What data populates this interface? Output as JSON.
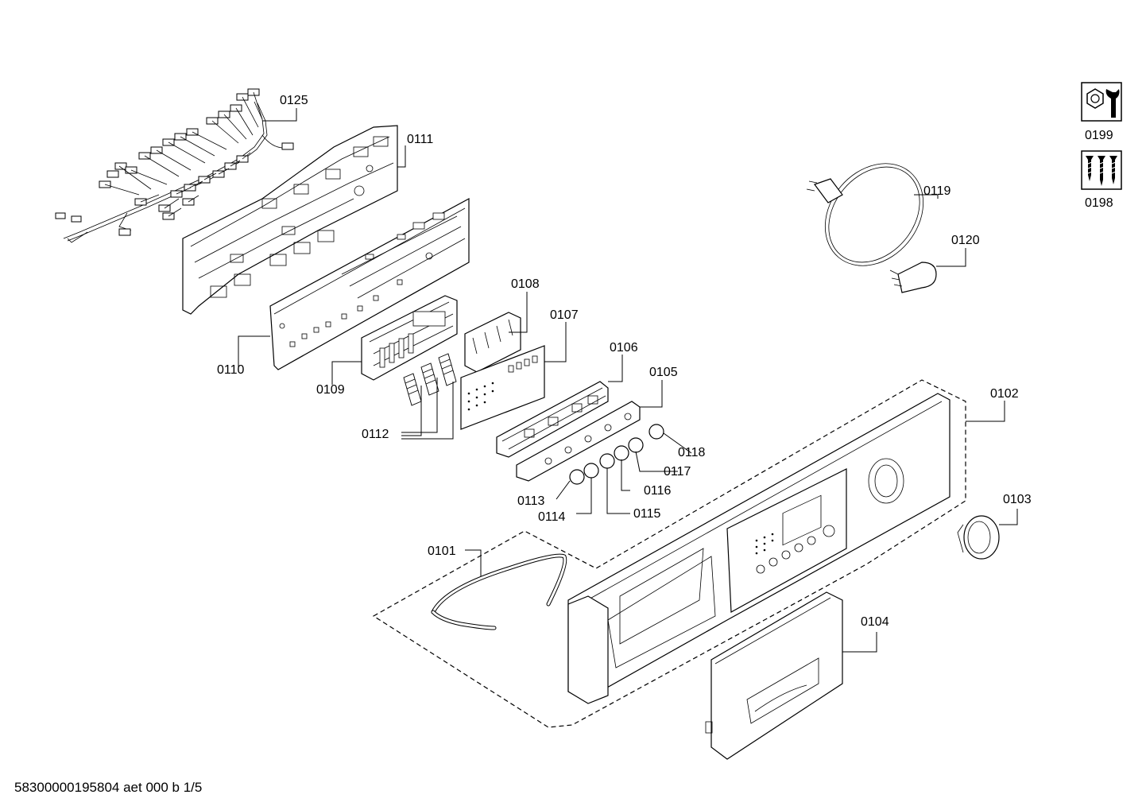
{
  "document_code": "58300000195804 aet 000 b 1/5",
  "labels": {
    "p0125": "0125",
    "p0111": "0111",
    "p0110": "0110",
    "p0109": "0109",
    "p0112": "0112",
    "p0108": "0108",
    "p0107": "0107",
    "p0106": "0106",
    "p0105": "0105",
    "p0118": "0118",
    "p0117": "0117",
    "p0116": "0116",
    "p0115": "0115",
    "p0114": "0114",
    "p0113": "0113",
    "p0102": "0102",
    "p0103": "0103",
    "p0101": "0101",
    "p0104": "0104",
    "p0119": "0119",
    "p0120": "0120",
    "p0199": "0199",
    "p0198": "0198"
  },
  "icons": {
    "p0199": "nut-wrench-icon",
    "p0198": "screws-icon"
  }
}
